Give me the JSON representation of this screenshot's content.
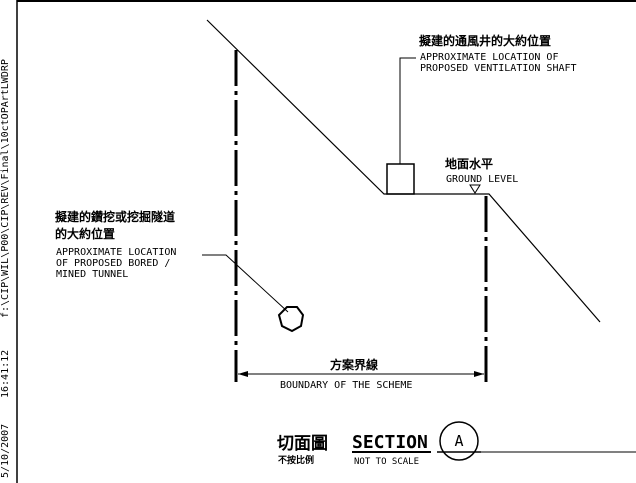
{
  "margin": {
    "file_path": "f:\\CIP\\WIL\\P00\\CIP\\REV\\Final\\10ctOPArtLWDRP",
    "time": "16:41:12",
    "date": "5/10/2007"
  },
  "labels": {
    "shaft_cn": "擬建的通風井的大約位置",
    "shaft_en_1": "APPROXIMATE LOCATION OF",
    "shaft_en_2": "PROPOSED VENTILATION SHAFT",
    "ground_cn": "地面水平",
    "ground_en": "GROUND LEVEL",
    "tunnel_cn_1": "擬建的鑽挖或挖掘隧道",
    "tunnel_cn_2": "的大約位置",
    "tunnel_en_1": "APPROXIMATE LOCATION",
    "tunnel_en_2": "OF PROPOSED BORED /",
    "tunnel_en_3": "MINED TUNNEL",
    "boundary_cn": "方案界線",
    "boundary_en": "BOUNDARY OF THE SCHEME"
  },
  "title_block": {
    "section_cn": "切面圖",
    "scale_cn": "不按比例",
    "section_en": "SECTION",
    "section_id": "A",
    "scale_en": "NOT TO SCALE"
  }
}
